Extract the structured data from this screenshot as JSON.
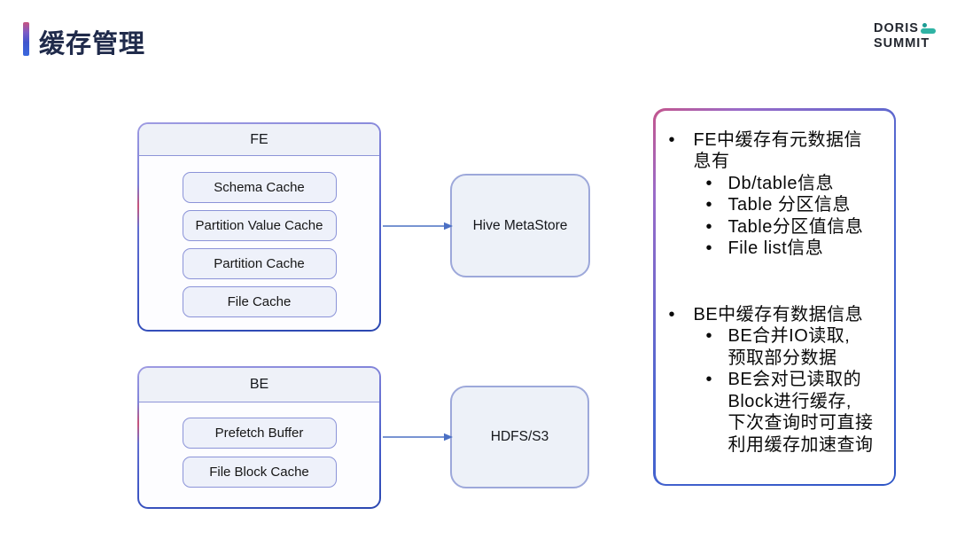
{
  "header": {
    "title": "缓存管理",
    "logo_line1": "DORIS",
    "logo_line2": "SUMMIT"
  },
  "diagram": {
    "fe": {
      "header": "FE",
      "items": [
        "Schema Cache",
        "Partition Value Cache",
        "Partition Cache",
        "File Cache"
      ]
    },
    "be": {
      "header": "BE",
      "items": [
        "Prefetch Buffer",
        "File Block Cache"
      ]
    },
    "hive_label": "Hive MetaStore",
    "hdfs_label": "HDFS/S3"
  },
  "panel": {
    "marker": "•",
    "sections": [
      {
        "text": "FE中缓存有元数据信\n息有",
        "subs": [
          "Db/table信息",
          "Table 分区信息",
          "Table分区值信息",
          "File list信息"
        ]
      },
      {
        "text": "BE中缓存有数据信息",
        "subs": [
          "BE合并IO读取,\n预取部分数据",
          "BE会对已读取的\nBlock进行缓存,\n下次查询时可直接\n利用缓存加速查询"
        ]
      }
    ]
  },
  "colors": {
    "accent_pink": "#c4558c",
    "accent_blue": "#3a68de",
    "border_periwinkle": "#8b93d8",
    "border_dark_blue": "#2b47b0",
    "box_fill": "#eef1fa",
    "store_fill": "#edf1f8",
    "arrow": "#4b70c4",
    "logo_teal": "#2fb3a4",
    "title_navy": "#202b4b"
  }
}
